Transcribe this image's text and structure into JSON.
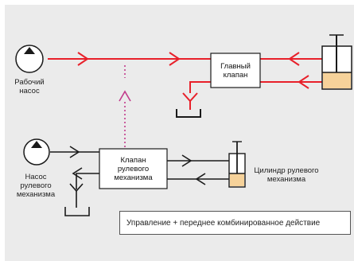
{
  "colors": {
    "background": "#ebebeb",
    "main_line": "#e8202a",
    "steering_line": "#1a1a1a",
    "pilot_line": "#c23b8c",
    "cylinder_fill": "#f6d29a"
  },
  "labels": {
    "working_pump": "Рабочий\nнасос",
    "main_valve": "Главный\nклапан",
    "steering_pump": "Насос\nрулевого\nмеханизма",
    "steering_valve": "Клапан\nрулевого\nмеханизма",
    "steering_cylinder": "Цилиндр рулевого\nмеханизма",
    "caption": "Управление + переднее комбинированное действие"
  },
  "icons": [
    "pump-icon",
    "valve-icon",
    "cylinder-icon",
    "tank-icon",
    "arrow-icon"
  ]
}
